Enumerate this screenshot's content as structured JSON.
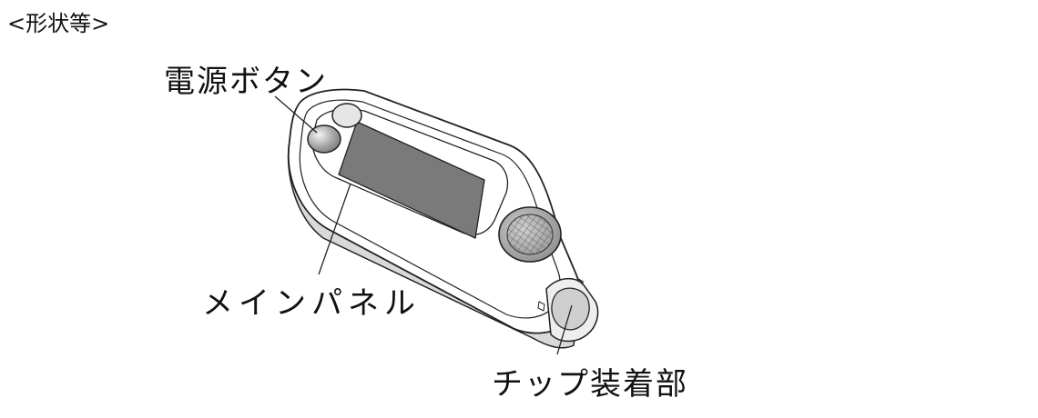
{
  "heading": "<形状等>",
  "callouts": {
    "power_button": "電源ボタン",
    "main_panel": "メインパネル",
    "chip_mount": "チップ装着部"
  },
  "colors": {
    "line": "#222222",
    "body_fill": "#ffffff",
    "shadow_fill": "#d9d9d9",
    "screen_fill": "#7a7a7a",
    "button_gray": "#9a9a9a",
    "button_light": "#e6e6e6"
  }
}
